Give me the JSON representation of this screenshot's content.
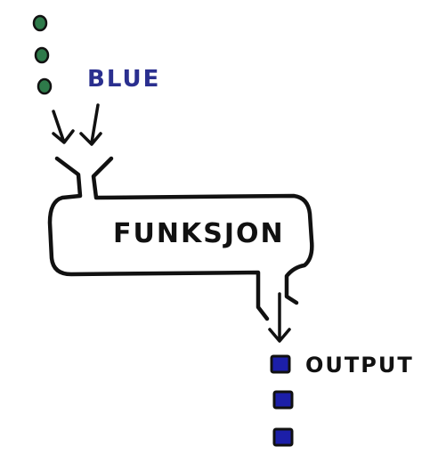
{
  "diagram": {
    "input_label": "BLUE",
    "function_label": "FUNKSJON",
    "output_label": "OUTPUT",
    "input_count": 3,
    "output_count": 3,
    "colors": {
      "input_dot": "#2e7a4a",
      "input_label": "#2a2f8f",
      "output_square": "#1c1fa8",
      "ink": "#111111"
    }
  }
}
